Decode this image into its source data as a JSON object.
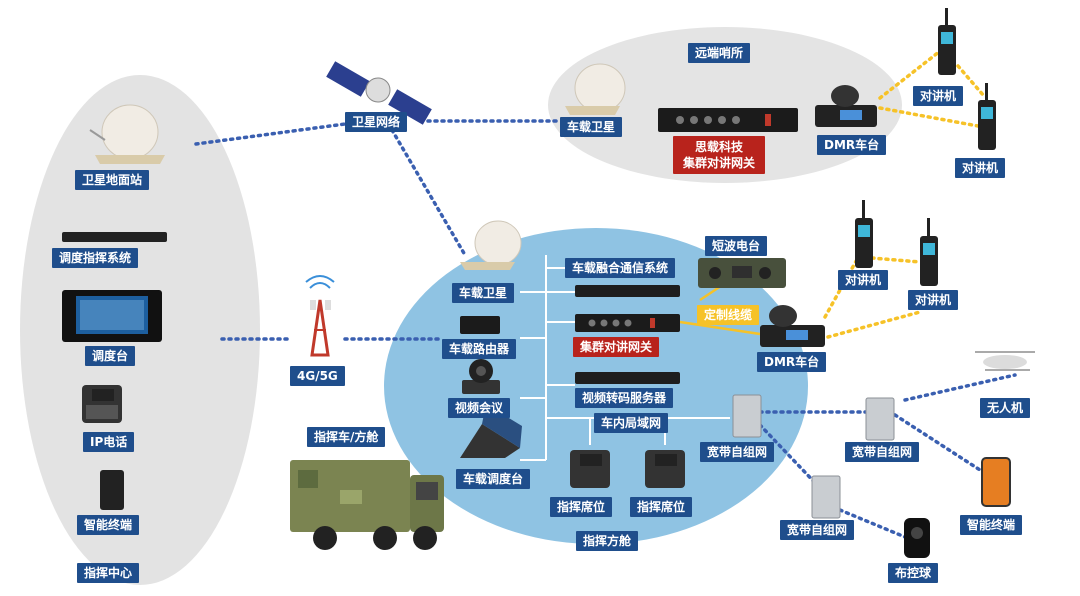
{
  "labels": {
    "satellite_ground_station": "卫星地面站",
    "dispatch_system": "调度指挥系统",
    "dispatch_console": "调度台",
    "ip_phone": "IP电话",
    "smart_terminal_left": "智能终端",
    "command_center": "指挥中心",
    "satellite_network": "卫星网络",
    "net_4g5g": "4G/5G",
    "command_vehicle": "指挥车/方舱",
    "remote_post": "远端哨所",
    "remote_vehicle_satellite": "车载卫星",
    "gateway_remote_line1": "思载科技",
    "gateway_remote_line2": "集群对讲网关",
    "dmr_remote": "DMR车台",
    "walkie_top1": "对讲机",
    "walkie_top2": "对讲机",
    "vehicle_satellite": "车载卫星",
    "vehicle_comm_system": "车载融合通信系统",
    "shortwave_radio": "短波电台",
    "custom_cable": "定制线缆",
    "vehicle_router": "车载路由器",
    "gateway_vehicle": "集群对讲网关",
    "dmr_vehicle": "DMR车台",
    "walkie_mid1": "对讲机",
    "walkie_mid2": "对讲机",
    "video_conference": "视频会议",
    "video_transcode_server": "视频转码服务器",
    "vehicle_lan": "车内局域网",
    "vehicle_dispatch_console": "车载调度台",
    "seat1": "指挥席位",
    "seat2": "指挥席位",
    "command_shelter": "指挥方舱",
    "broadband_mesh1": "宽带自组网",
    "broadband_mesh2": "宽带自组网",
    "broadband_mesh3": "宽带自组网",
    "drone": "无人机",
    "smart_terminal_right": "智能终端",
    "deploy_ball": "布控球"
  },
  "colors": {
    "label_bg": "#1f4e8c",
    "label_red": "#b8231c",
    "ellipse_gray": "#e3e3e3",
    "ellipse_blue": "#8fc3e3",
    "link_blue": "#3a5fb0",
    "link_yellow": "#f6c228"
  }
}
